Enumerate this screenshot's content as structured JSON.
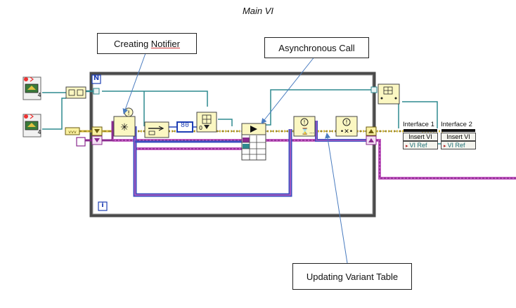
{
  "title": "Main VI",
  "callouts": {
    "creating_notifier_a": "Creating ",
    "creating_notifier_b": "Notifier",
    "asynchronous_call": "Asynchronous Call",
    "updating_variant_table": "Updating Variant Table"
  },
  "loop": {
    "top_badge": "N",
    "bottom_badge": "i"
  },
  "constant_value": "80",
  "vi_icons": {
    "number": "4"
  },
  "property_nodes": [
    {
      "header": "Interface 1",
      "property": "Insert VI",
      "reference": "VI Ref"
    },
    {
      "header": "Interface 2",
      "property": "Insert VI",
      "reference": "VI Ref"
    }
  ],
  "colors": {
    "loop_border": "#4a4a4a",
    "wire_reference": "#2e8a8f",
    "wire_variant": "#8a2a8e",
    "wire_error": "#d4b93a",
    "wire_numeric": "#1f3fb4",
    "node_fill": "#fbf7c2",
    "callout_line": "#4a7cc0"
  }
}
